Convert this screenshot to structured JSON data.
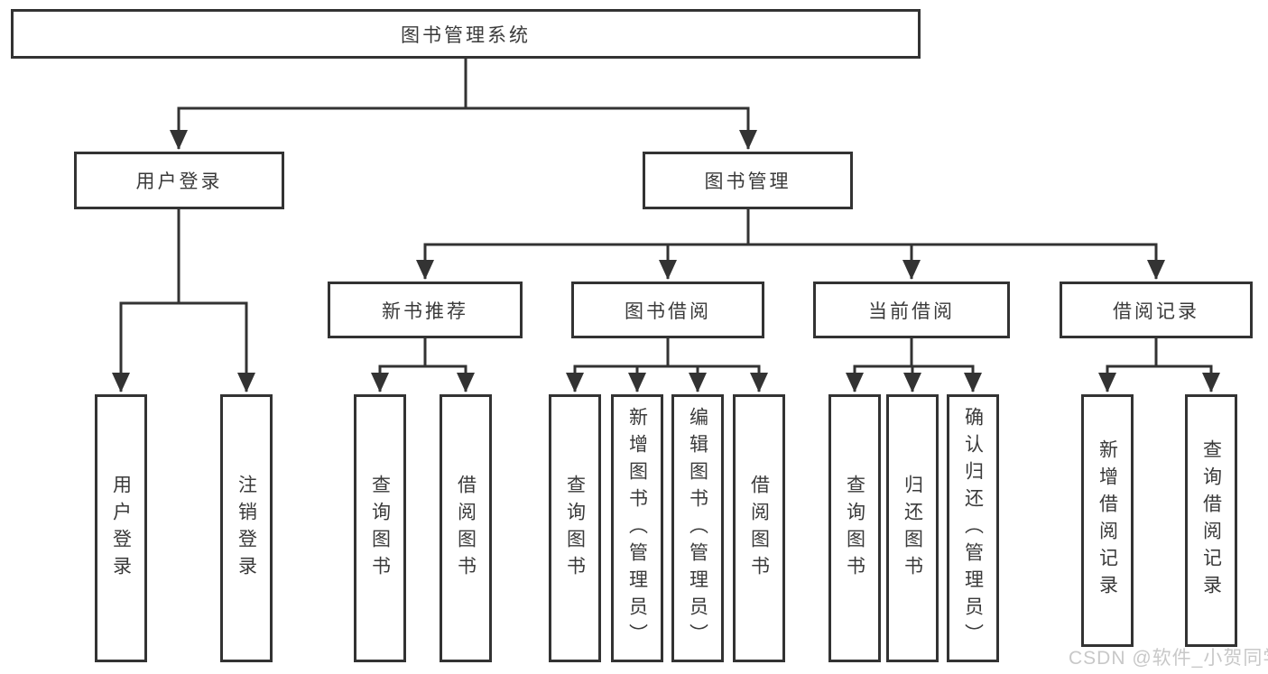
{
  "diagram": {
    "root": "图书管理系统",
    "level1": {
      "user_login": "用户登录",
      "book_mgmt": "图书管理"
    },
    "level2": {
      "new_books": "新书推荐",
      "borrow": "图书借阅",
      "current": "当前借阅",
      "records": "借阅记录"
    },
    "leaves": {
      "user_login": [
        "用户登录",
        "注销登录"
      ],
      "new_books": [
        "查询图书",
        "借阅图书"
      ],
      "borrow": [
        "查询图书",
        "新增图书（管理员）",
        "编辑图书（管理员）",
        "借阅图书"
      ],
      "current": [
        "查询图书",
        "归还图书",
        "确认归还（管理员）"
      ],
      "records": [
        "新增借阅记录",
        "查询借阅记录"
      ]
    }
  },
  "watermark": "CSDN @软件_小贺同学",
  "colors": {
    "line": "#333333",
    "box_border": "#333333",
    "text": "#3a3a3a",
    "watermark": "#c8c8c8",
    "background": "#ffffff"
  }
}
